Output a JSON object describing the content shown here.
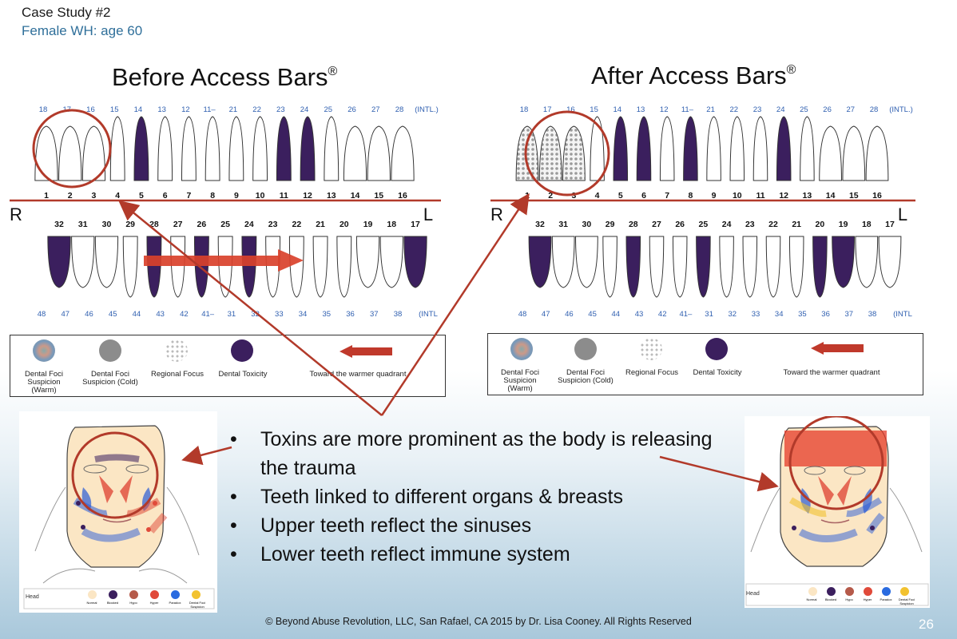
{
  "header": {
    "title": "Case Study #2",
    "subtitle": "Female WH: age 60"
  },
  "before": {
    "heading": "Before Access Bars",
    "reg": "®",
    "intl_upper": [
      "18",
      "17",
      "16",
      "15",
      "14",
      "13",
      "12",
      "11–",
      "21",
      "22",
      "23",
      "24",
      "25",
      "26",
      "27",
      "28",
      "(INTL.)"
    ],
    "universal_upper": [
      "1",
      "2",
      "3",
      "4",
      "5",
      "6",
      "7",
      "8",
      "9",
      "10",
      "11",
      "12",
      "13",
      "14",
      "15",
      "16"
    ],
    "universal_lower": [
      "32",
      "31",
      "30",
      "29",
      "28",
      "27",
      "26",
      "25",
      "24",
      "23",
      "22",
      "21",
      "20",
      "19",
      "18",
      "17"
    ],
    "intl_lower": [
      "48",
      "47",
      "46",
      "45",
      "44",
      "43",
      "42",
      "41–",
      "31",
      "32",
      "33",
      "34",
      "35",
      "36",
      "37",
      "38",
      "(INTL"
    ],
    "side_right": "R",
    "side_left": "L"
  },
  "after": {
    "heading": "After Access Bars",
    "reg": "®",
    "intl_upper": [
      "18",
      "17",
      "16",
      "15",
      "14",
      "13",
      "12",
      "11–",
      "21",
      "22",
      "23",
      "24",
      "25",
      "26",
      "27",
      "28",
      "(INTL.)"
    ],
    "universal_upper": [
      "1",
      "2",
      "3",
      "4",
      "5",
      "6",
      "7",
      "8",
      "9",
      "10",
      "11",
      "12",
      "13",
      "14",
      "15",
      "16"
    ],
    "universal_lower": [
      "32",
      "31",
      "30",
      "29",
      "28",
      "27",
      "26",
      "25",
      "24",
      "23",
      "22",
      "21",
      "20",
      "19",
      "18",
      "17"
    ],
    "intl_lower": [
      "48",
      "47",
      "46",
      "45",
      "44",
      "43",
      "42",
      "41–",
      "31",
      "32",
      "33",
      "34",
      "35",
      "36",
      "37",
      "38",
      "(INTL"
    ],
    "side_right": "R",
    "side_left": "L"
  },
  "legend": {
    "warm": "Dental Foci Suspicion (Warm)",
    "cold": "Dental Foci Suspicion (Cold)",
    "regional": "Regional Focus",
    "toxicity": "Dental Toxicity",
    "arrow": "Toward the warmer quadrant"
  },
  "face_legend": {
    "label": "Head",
    "items": [
      "Normal",
      "Blocked",
      "Hypo",
      "Hyper",
      "Paradox",
      "Dental Foci Suspicion"
    ]
  },
  "bullets": [
    "Toxins are more prominent as the body is releasing the trauma",
    "Teeth linked to different organs & breasts",
    "Upper teeth reflect the sinuses",
    "Lower teeth reflect immune system"
  ],
  "footer": "© Beyond Abuse Revolution, LLC, San Rafael, CA 2015 by Dr. Lisa Cooney. All Rights Reserved",
  "page_number": "26",
  "colors": {
    "toxicity": "#3b1f5e",
    "annotation": "#b23a2a",
    "link_blue": "#2f6f9a"
  }
}
